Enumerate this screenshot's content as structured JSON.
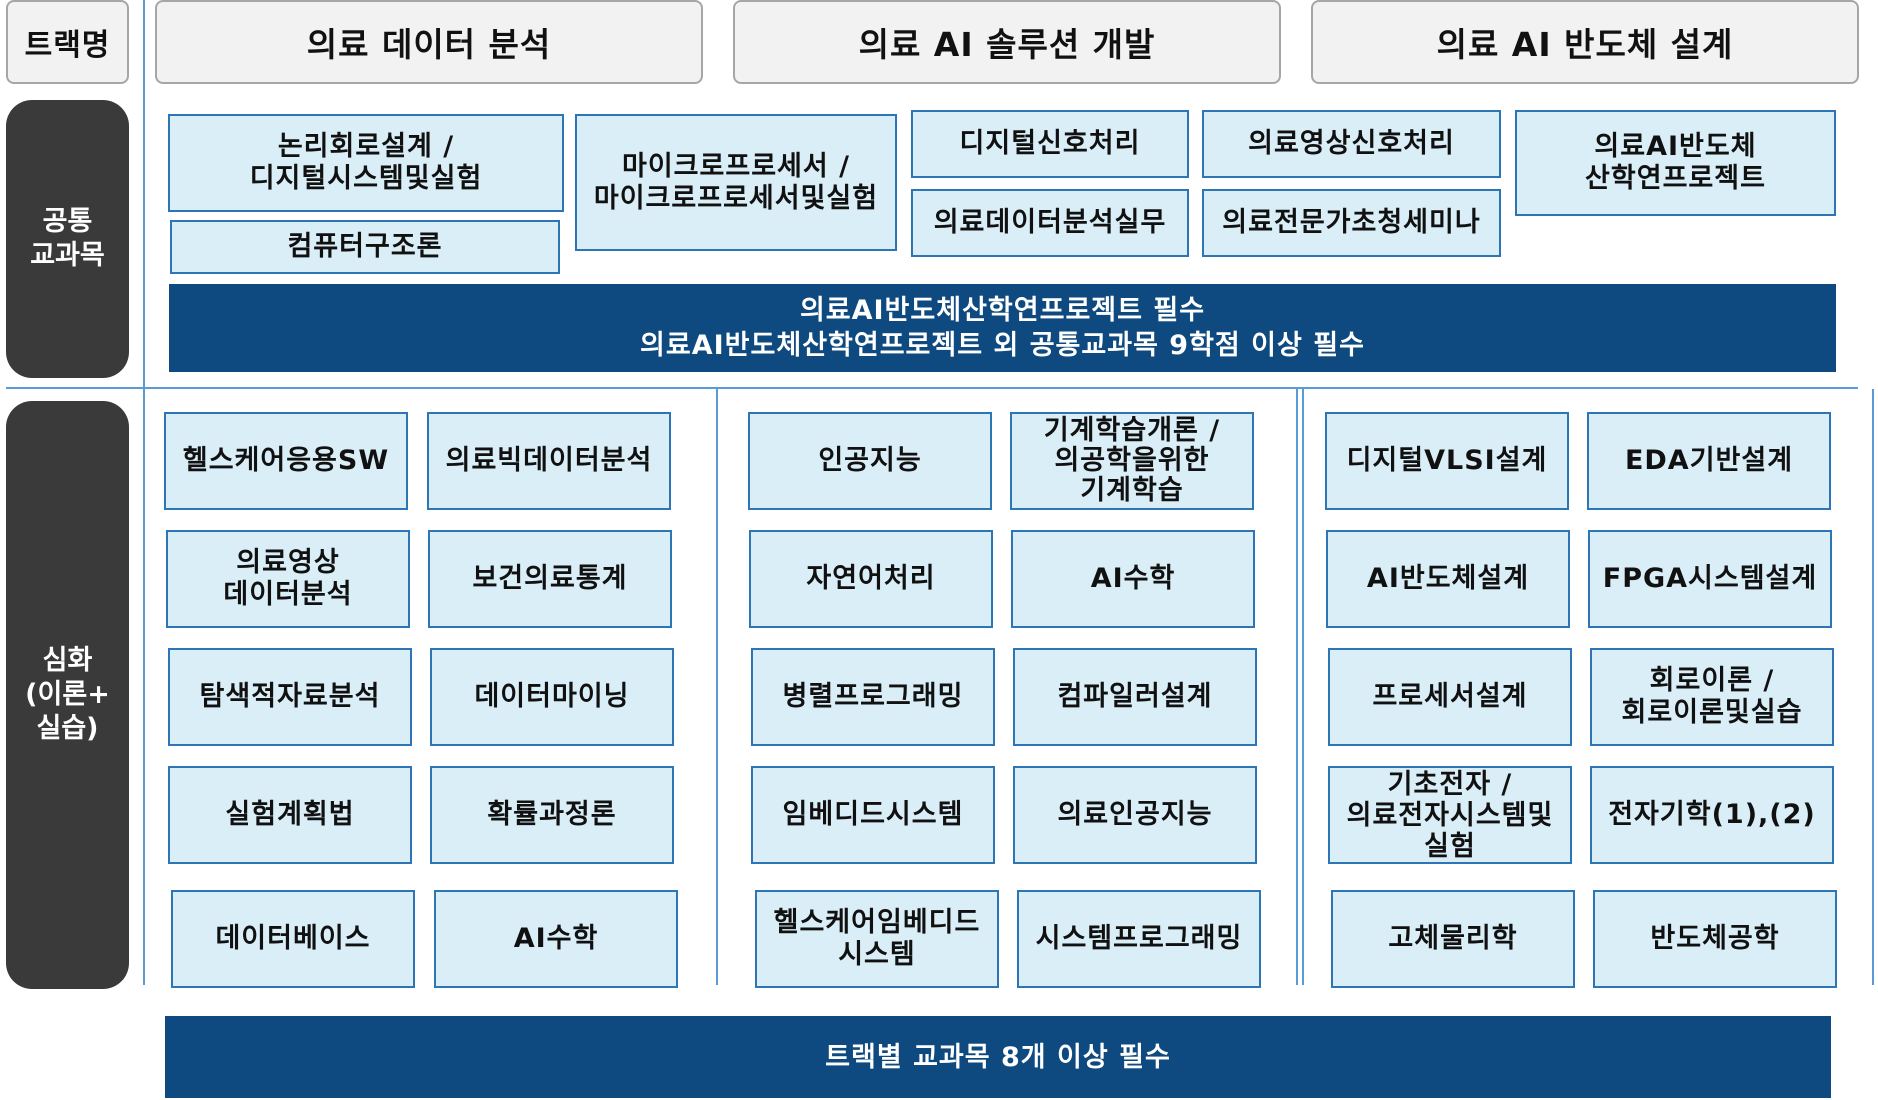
{
  "header": {
    "track_label": "트랙명",
    "tracks": [
      "의료 데이터 분석",
      "의료 AI 솔루션 개발",
      "의료 AI 반도체 설계"
    ]
  },
  "common": {
    "label": "공통\n교과목",
    "courses": [
      "논리회로설계 /\n디지털시스템및실험",
      "컴퓨터구조론",
      "마이크로프로세서 /\n마이크로프로세서및실험",
      "디지털신호처리",
      "의료데이터분석실무",
      "의료영상신호처리",
      "의료전문가초청세미나",
      "의료AI반도체\n산학연프로젝트"
    ],
    "banner": "의료AI반도체산학연프로젝트 필수\n의료AI반도체산학연프로젝트 외 공통교과목 9학점 이상 필수"
  },
  "advanced": {
    "label": "심화\n(이론+\n실습)",
    "track1": [
      "헬스케어응용SW",
      "의료빅데이터분석",
      "의료영상\n데이터분석",
      "보건의료통계",
      "탐색적자료분석",
      "데이터마이닝",
      "실험계획법",
      "확률과정론",
      "데이터베이스",
      "AI수학"
    ],
    "track2": [
      "인공지능",
      "기계학습개론 /\n의공학을위한\n기계학습",
      "자연어처리",
      "AI수학",
      "병렬프로그래밍",
      "컴파일러설계",
      "임베디드시스템",
      "의료인공지능",
      "헬스케어임베디드\n시스템",
      "시스템프로그래밍"
    ],
    "track3": [
      "디지털VLSI설계",
      "EDA기반설계",
      "AI반도체설계",
      "FPGA시스템설계",
      "프로세서설계",
      "회로이론 /\n회로이론및실습",
      "기초전자 /\n의료전자시스템및\n실험",
      "전자기학(1),(2)",
      "고체물리학",
      "반도체공학"
    ]
  },
  "footer": {
    "banner": "트랙별 교과목 8개 이상 필수"
  }
}
